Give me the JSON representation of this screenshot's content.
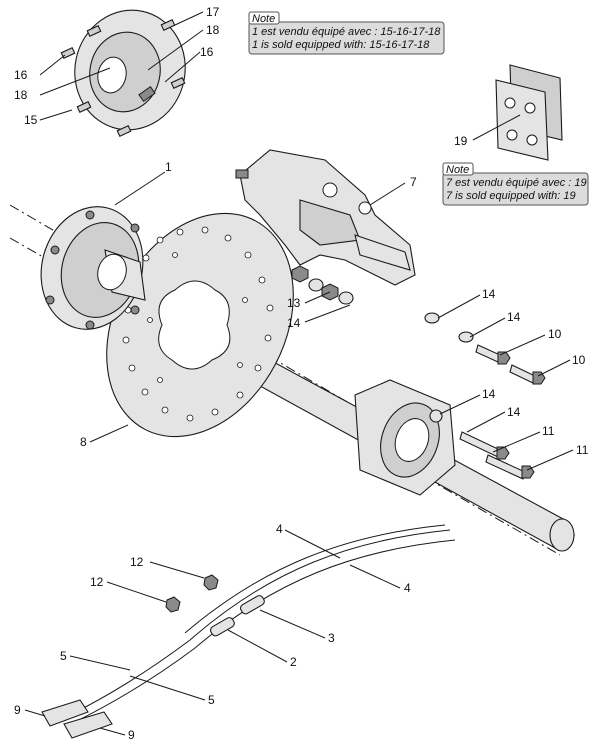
{
  "notes": [
    {
      "title": "Note",
      "line_fr": "1 est vendu équipé avec : 15-16-17-18",
      "line_en": "1 is sold equipped with: 15-16-17-18"
    },
    {
      "title": "Note",
      "line_fr": "7 est vendu équipé avec : 19",
      "line_en": "7 is sold equipped with: 19"
    }
  ],
  "callouts": {
    "c17": "17",
    "c18a": "18",
    "c16a": "16",
    "c16b": "16",
    "c18b": "18",
    "c15": "15",
    "c1": "1",
    "c7": "7",
    "c19": "19",
    "c13": "13",
    "c14a": "14",
    "c14b": "14",
    "c14c": "14",
    "c14d": "14",
    "c14e": "14",
    "c10a": "10",
    "c10b": "10",
    "c11a": "11",
    "c11b": "11",
    "c8": "8",
    "c4a": "4",
    "c4b": "4",
    "c12a": "12",
    "c12b": "12",
    "c3": "3",
    "c2": "2",
    "c5a": "5",
    "c5b": "5",
    "c9a": "9",
    "c9b": "9"
  }
}
